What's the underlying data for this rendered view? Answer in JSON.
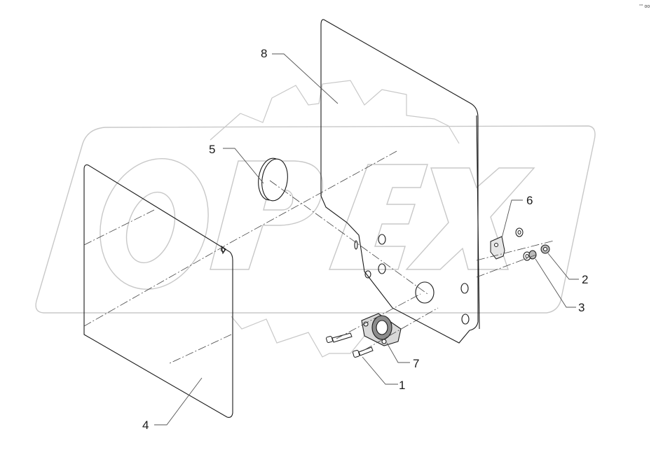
{
  "watermark": {
    "brand": "OPEX"
  },
  "corner_mark": "°° oo",
  "callouts": {
    "c1": "1",
    "c2": "2",
    "c3": "3",
    "c4": "4",
    "c5": "5",
    "c6": "6",
    "c7": "7",
    "c8": "8"
  },
  "colors": {
    "line": "#1a1a1a",
    "watermark": "#c8c8c8",
    "leader": "#555555"
  }
}
